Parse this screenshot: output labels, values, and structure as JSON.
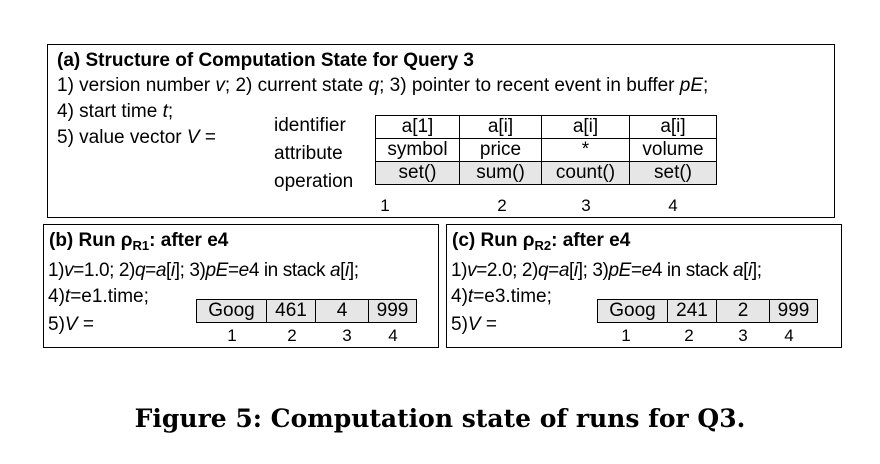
{
  "panel_a": {
    "title": "(a) Structure of Computation State for Query 3",
    "line1": {
      "p1": "1) version number ",
      "v": "v",
      "p2": "; 2) current state ",
      "q": "q",
      "p3": "; 3) pointer to recent event in buffer ",
      "pe": "pE",
      "p4": ";"
    },
    "line2": {
      "p1": "4) start time ",
      "t": "t",
      "p2": ";"
    },
    "line3": {
      "p1": "5) value vector ",
      "V": "V",
      "p2": " ="
    },
    "row_labels": [
      "identifier",
      "attribute",
      "operation"
    ],
    "table": {
      "identifier": [
        "a[1]",
        "a[i]",
        "a[i]",
        "a[i]"
      ],
      "attribute": [
        "symbol",
        "price",
        "*",
        "volume"
      ],
      "operation": [
        "set()",
        "sum()",
        "count()",
        "set()"
      ],
      "indices": [
        "1",
        "2",
        "3",
        "4"
      ]
    }
  },
  "panel_b": {
    "title_pre": "(b) Run ",
    "rho": "ρ",
    "sub": "R1",
    "title_post": ": after e4",
    "line1": {
      "a": "1)",
      "v": "v",
      "b": "=1.0; 2)",
      "q": "q",
      "c": "=",
      "ai1": "a",
      "d": "[",
      "i1": "i",
      "e": "]; 3)",
      "pe": "pE",
      "f": "=",
      "e4": "e",
      "g": "4 in stack ",
      "ai2": "a",
      "h": "[",
      "i2": "i",
      "k": "];"
    },
    "line2": {
      "a": "4)",
      "t": "t",
      "b": "=e1.time;"
    },
    "line3": {
      "a": "5)",
      "V": "V",
      "b": " ="
    },
    "values": [
      "Goog",
      "461",
      "4",
      "999"
    ],
    "indices": [
      "1",
      "2",
      "3",
      "4"
    ]
  },
  "panel_c": {
    "title_pre": "(c) Run ",
    "rho": "ρ",
    "sub": "R2",
    "title_post": ": after e4",
    "line1": {
      "a": "1)",
      "v": "v",
      "b": "=2.0; 2)",
      "q": "q",
      "c": "=",
      "ai1": "a",
      "d": "[",
      "i1": "i",
      "e": "]; 3)",
      "pe": "pE",
      "f": "=",
      "e4": "e",
      "g": "4 in stack ",
      "ai2": "a",
      "h": "[",
      "i2": "i",
      "k": "];"
    },
    "line2": {
      "a": "4)",
      "t": "t",
      "b": "=e3.time;"
    },
    "line3": {
      "a": "5)",
      "V": "V",
      "b": " ="
    },
    "values": [
      "Goog",
      "241",
      "2",
      "999"
    ],
    "indices": [
      "1",
      "2",
      "3",
      "4"
    ]
  },
  "caption": "Figure 5: Computation state of runs for Q3."
}
